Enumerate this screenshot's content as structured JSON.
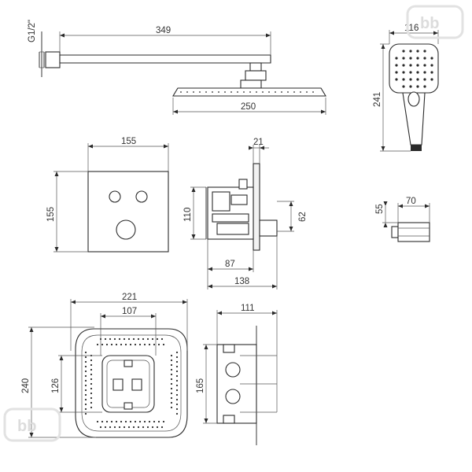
{
  "dimensions": {
    "pipe_thread": "G1/2\"",
    "arm_length": "349",
    "head_width": "250",
    "panel_width": "155",
    "panel_height": "155",
    "body_depth_top": "21",
    "valve_height": "110",
    "port_spacing": "62",
    "body_depth_mid": "87",
    "body_depth_total": "138",
    "hand_shower_width": "116",
    "hand_shower_length": "241",
    "outlet_height": "55",
    "outlet_length": "70",
    "box_width": "221",
    "inner_width": "107",
    "box_height": "240",
    "inner_height": "126",
    "side_depth": "111",
    "side_height": "165"
  },
  "watermark": {
    "text": "bb"
  }
}
